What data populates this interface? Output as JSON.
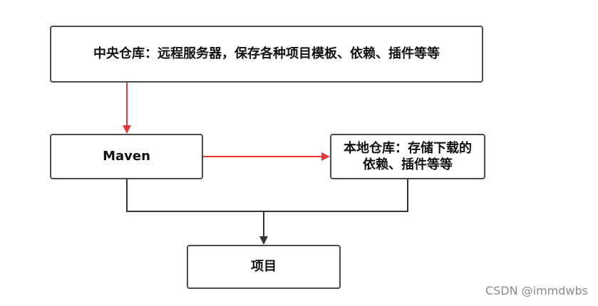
{
  "diagram": {
    "nodes": {
      "central_repo": "中央仓库：远程服务器，保存各种项目模板、依赖、插件等等",
      "maven": "Maven",
      "local_repo": "本地仓库：存储下载的依赖、插件等等",
      "project": "项目"
    },
    "edges": [
      {
        "from": "central_repo",
        "to": "maven",
        "color": "#e53935"
      },
      {
        "from": "maven",
        "to": "local_repo",
        "color": "#e53935"
      },
      {
        "from": "maven",
        "to": "project",
        "color": "#333333"
      },
      {
        "from": "local_repo",
        "to": "project",
        "color": "#333333"
      }
    ],
    "colors": {
      "border": "#4a4a4a",
      "accent_arrow": "#e53935",
      "dark_arrow": "#333333"
    }
  },
  "watermark": "CSDN @immdwbs"
}
